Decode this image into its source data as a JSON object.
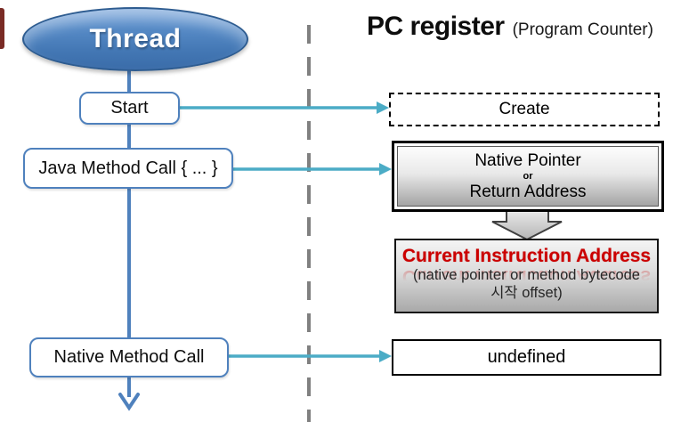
{
  "header": {
    "title": "PC register",
    "subtitle": "(Program Counter)"
  },
  "thread": {
    "label": "Thread"
  },
  "flow_nodes": {
    "start": "Start",
    "java_method_call": "Java Method Call { ... }",
    "native_method_call": "Native Method Call"
  },
  "pc_nodes": {
    "create": "Create",
    "native_pointer": {
      "line1": "Native Pointer",
      "separator": "or",
      "line2": "Return Address"
    },
    "current_instruction": {
      "title": "Current Instruction Address",
      "subtitle_line1": "(native pointer or method bytecode",
      "subtitle_line2": "시작 offset)"
    },
    "undefined_value": "undefined"
  },
  "colors": {
    "thread_blue": "#4F81BD",
    "thread_border_blue": "#2E5C90",
    "arrow_teal": "#4BACC6",
    "divider_gray": "#808080",
    "alert_red": "#CC0000",
    "block_arrow_gray": "#C9C9C9",
    "edge_maroon": "#7A2B25"
  }
}
